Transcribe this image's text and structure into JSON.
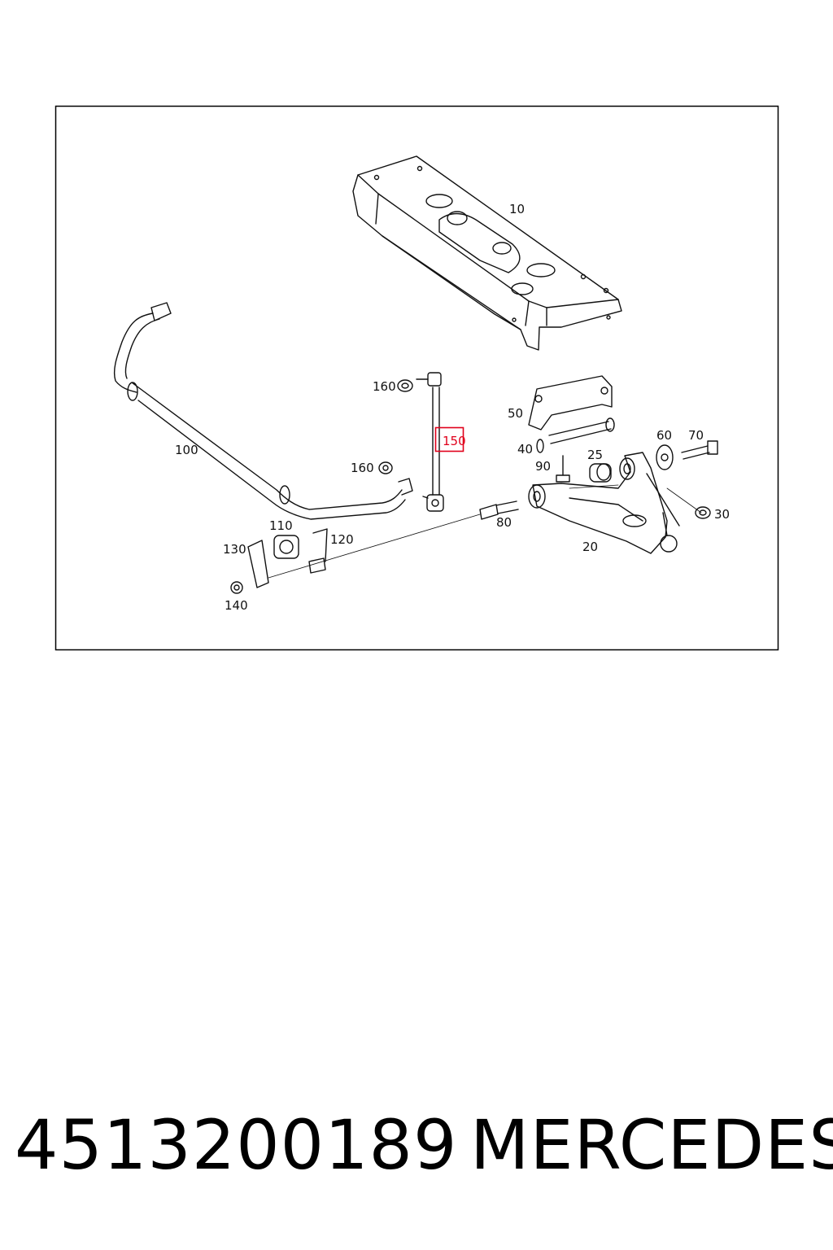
{
  "diagram": {
    "highlight_color": "#e0001b",
    "labels": {
      "l10": "10",
      "l20": "20",
      "l25": "25",
      "l30": "30",
      "l40": "40",
      "l50": "50",
      "l60": "60",
      "l70": "70",
      "l80": "80",
      "l90": "90",
      "l100": "100",
      "l110": "110",
      "l120": "120",
      "l130": "130",
      "l140": "140",
      "l150": "150",
      "l160a": "160",
      "l160b": "160"
    }
  },
  "caption": {
    "part_number": "4513200189",
    "brand": "MERCEDES"
  }
}
